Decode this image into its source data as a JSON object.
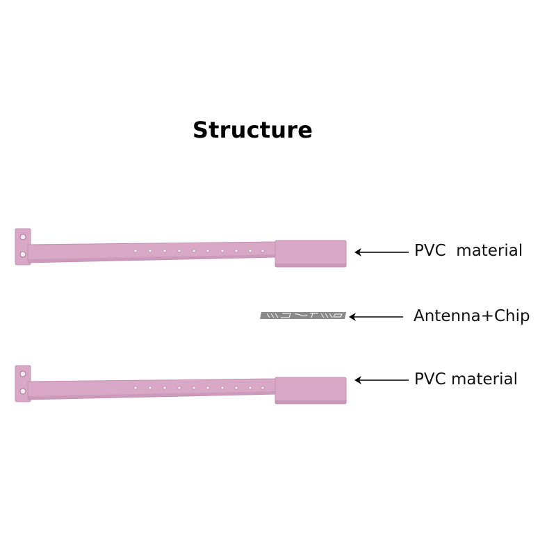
{
  "title": "Structure",
  "layers": [
    {
      "label": "PVC  material",
      "icon": "wristband-top-layer"
    },
    {
      "label": "Antenna+Chip",
      "icon": "rfid-inlay"
    },
    {
      "label": "PVC material",
      "icon": "wristband-bottom-layer"
    }
  ],
  "colors": {
    "band": "#d8a8c6",
    "band_edge": "#c48fb2",
    "band_shadow": "#b27ca0",
    "inlay": "#8a8a8a",
    "text": "#111111"
  }
}
